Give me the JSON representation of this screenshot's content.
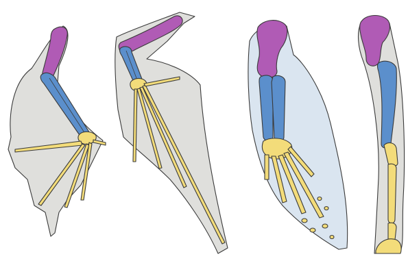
{
  "figure": {
    "subject": "forelimb-bone-comparison",
    "panels": [
      {
        "id": "limb-1",
        "membrane": "wing"
      },
      {
        "id": "limb-2",
        "membrane": "wing"
      },
      {
        "id": "limb-3",
        "membrane": "flipper"
      },
      {
        "id": "limb-4",
        "membrane": "leg"
      }
    ]
  },
  "colors": {
    "humerus": "#b05bb5",
    "radius_ulna": "#5b8fcc",
    "hand_bones": "#f3dc7a",
    "membrane_grey": "#d9d9d6",
    "membrane_blue": "#d6e2ee",
    "outline": "#3a3a3a"
  }
}
